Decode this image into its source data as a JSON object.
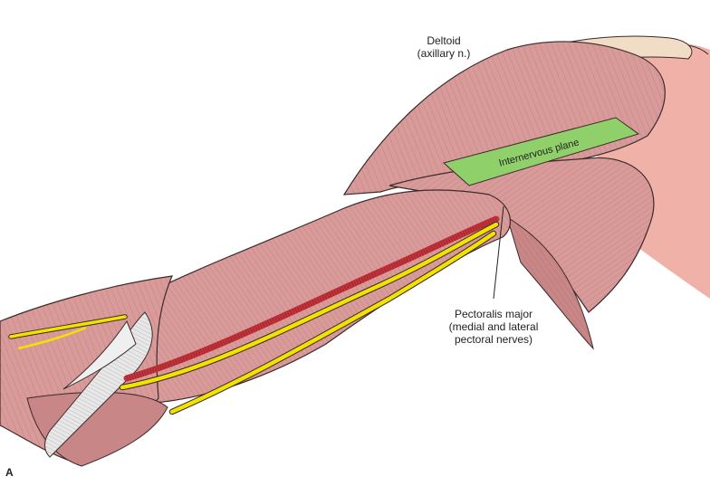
{
  "labels": {
    "deltoid": [
      "Deltoid",
      "(axillary n.)"
    ],
    "internervous": "Internervous plane",
    "pectoralis": [
      "Pectoralis major",
      "(medial and lateral",
      "pectoral nerves)"
    ]
  },
  "panel_label": "A",
  "colors": {
    "muscle": "#d99a9a",
    "muscle_dark": "#b86f70",
    "muscle_light": "#edc3c1",
    "nerve": "#f2e200",
    "artery": "#c5333a",
    "tendon": "#e8e8e8",
    "plane": "#8fd06a",
    "outline": "#3a2a2a"
  }
}
